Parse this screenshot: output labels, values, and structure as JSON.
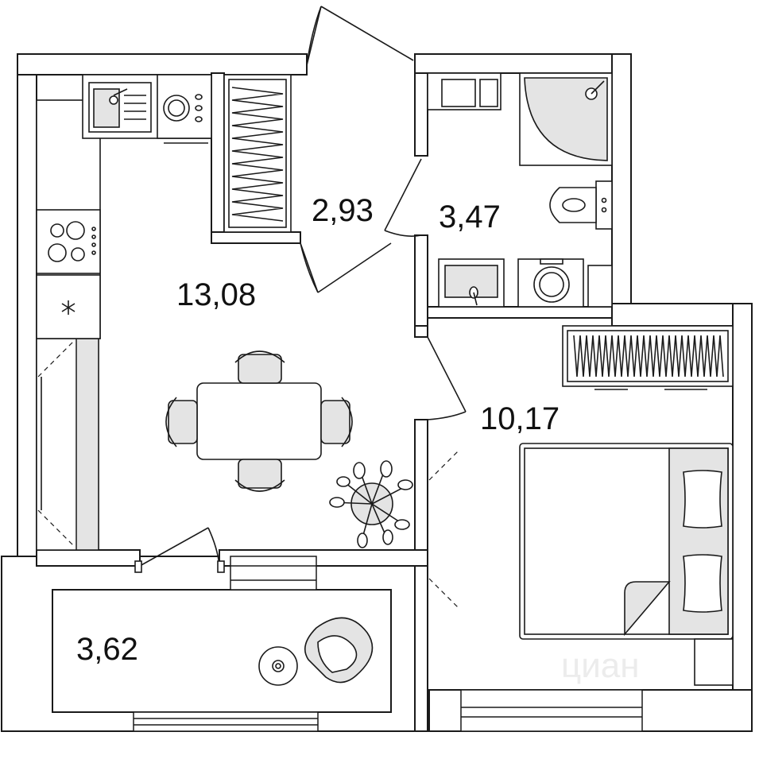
{
  "rooms": {
    "kitchen_living": {
      "area": "13,08"
    },
    "hallway": {
      "area": "2,93"
    },
    "bathroom": {
      "area": "3,47"
    },
    "bedroom": {
      "area": "10,17"
    },
    "loggia": {
      "area": "3,62"
    }
  },
  "watermark": {
    "text": "циан"
  },
  "icons": {
    "snowflake": "snowflake-icon"
  }
}
